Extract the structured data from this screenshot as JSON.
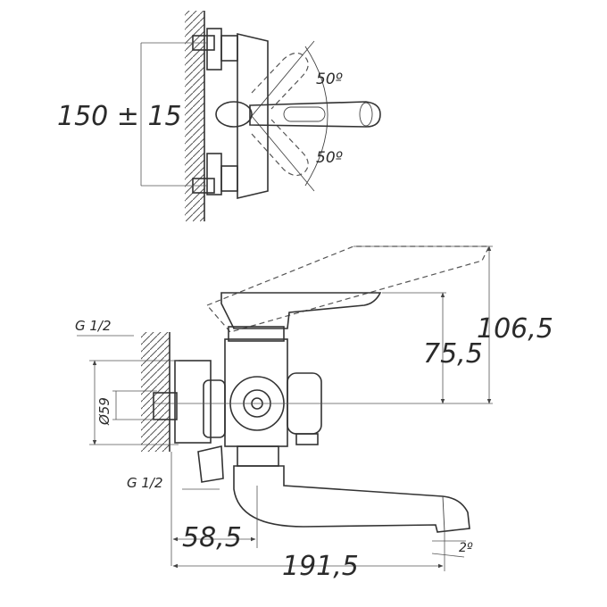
{
  "dimensions": {
    "center_distance": "150 ± 15",
    "rotation_up": "50º",
    "rotation_down": "50º",
    "height_total": "106,5",
    "height_axis": "75,5",
    "thread_top": "G 1/2",
    "diameter": "Ø59",
    "thread_bottom": "G 1/2",
    "offset": "58,5",
    "reach": "191,5",
    "spout_angle": "2º"
  }
}
